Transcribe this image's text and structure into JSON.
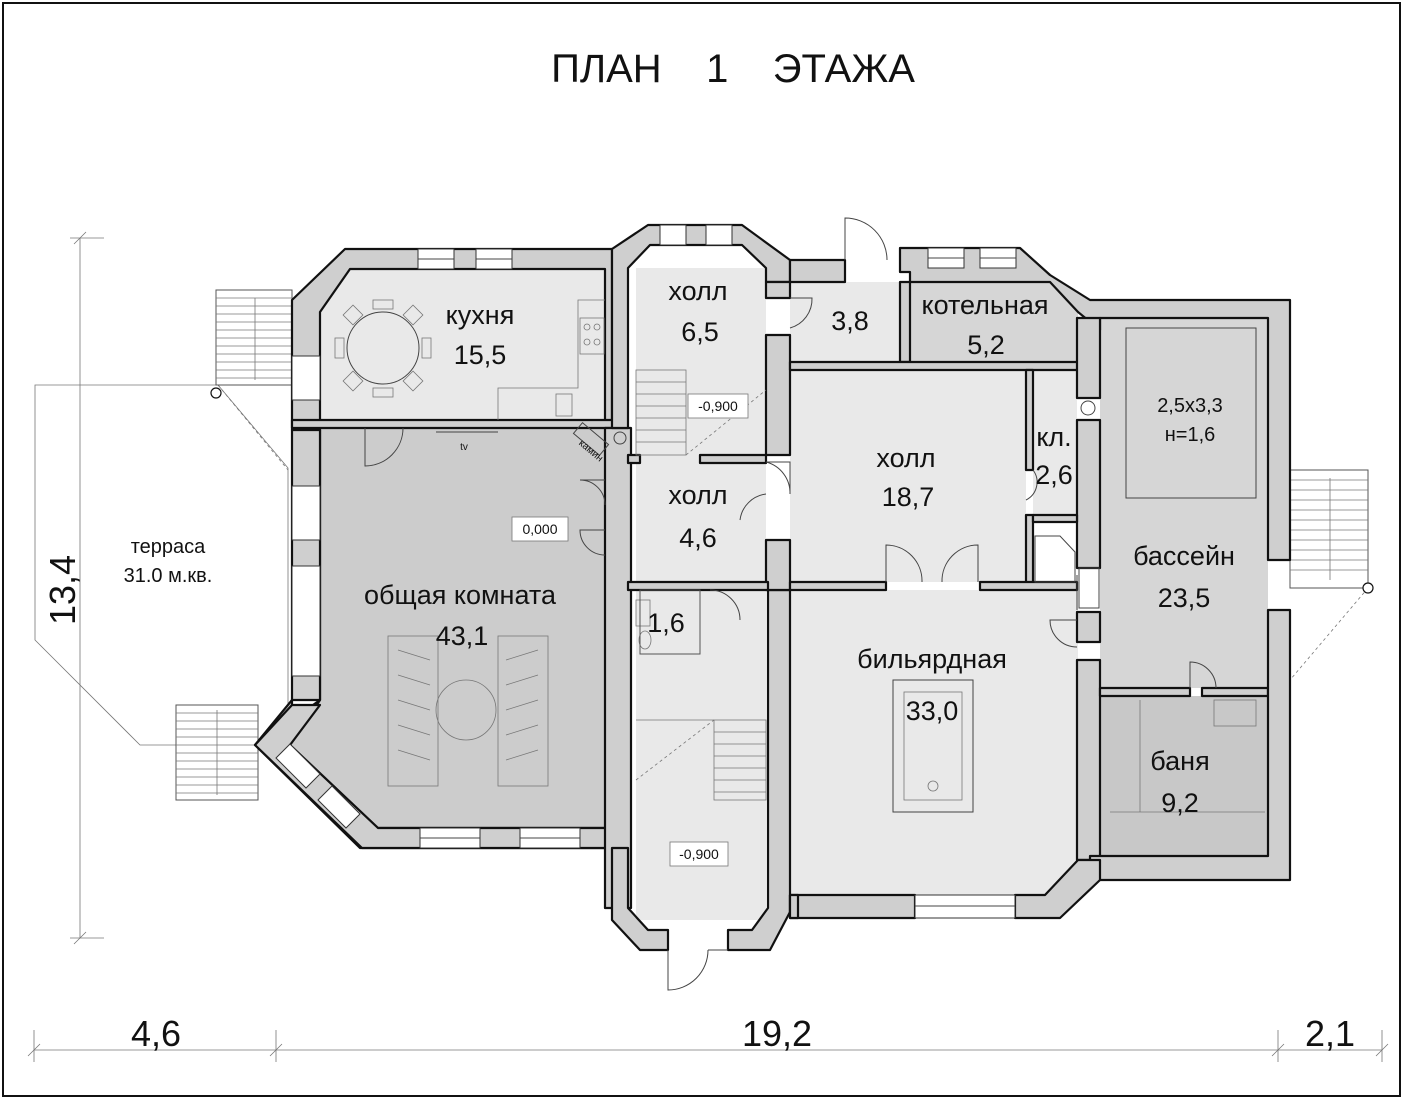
{
  "title": "ПЛАН    1    ЭТАЖА",
  "rooms": {
    "kitchen": {
      "name": "кухня",
      "area": "15,5"
    },
    "hall_top": {
      "name": "холл",
      "area": "6,5"
    },
    "small_room": {
      "area": "3,8"
    },
    "boiler": {
      "name": "котельная",
      "area": "5,2"
    },
    "hall_center": {
      "name": "холл",
      "area": "4,6"
    },
    "hall_big": {
      "name": "холл",
      "area": "18,7"
    },
    "closet": {
      "name": "кл.",
      "area": "2,6"
    },
    "pool_tub": {
      "size": "2,5x3,3",
      "depth": "н=1,6"
    },
    "pool": {
      "name": "бассейн",
      "area": "23,5"
    },
    "living": {
      "name": "общая комната",
      "area": "43,1"
    },
    "wc": {
      "area": "1,6"
    },
    "billiard": {
      "name": "бильярдная",
      "area": "33,0"
    },
    "sauna": {
      "name": "баня",
      "area": "9,2"
    },
    "terrace": {
      "name": "терраса",
      "area": "31.0 м.кв."
    }
  },
  "levels": {
    "hall_top": "-0,900",
    "living": "0,000",
    "stair_bottom": "-0,900"
  },
  "labels": {
    "tv": "tv",
    "fireplace": "камин"
  },
  "dimensions": {
    "left": "4,6",
    "middle": "19,2",
    "right": "2,1",
    "height": "13,4"
  },
  "colors": {
    "wall": "#cfcfcf",
    "floor_light": "#e9e9e9",
    "floor_mid": "#d9d9d9",
    "floor_dark": "#c8c8c8"
  }
}
